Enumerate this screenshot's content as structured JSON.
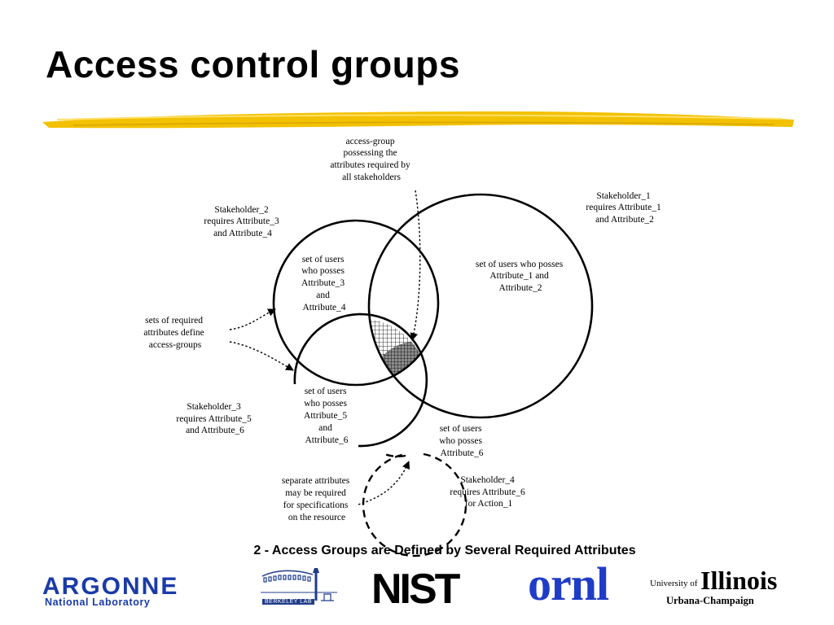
{
  "slide": {
    "title": "Access control groups",
    "caption": "2 - Access Groups are Defined by Several Required Attributes"
  },
  "diagram": {
    "labels": {
      "top_group": [
        "access-group",
        "possessing the",
        "attributes required by",
        "all stakeholders"
      ],
      "stakeholder_1": [
        "Stakeholder_1",
        "requires Attribute_1",
        "and Attribute_2"
      ],
      "stakeholder_2": [
        "Stakeholder_2",
        "requires Attribute_3",
        "and Attribute_4"
      ],
      "stakeholder_3": [
        "Stakeholder_3",
        "requires Attribute_5",
        "and Attribute_6"
      ],
      "stakeholder_4": [
        "Stakeholder_4",
        "requires Attribute_6",
        "for Action_1"
      ],
      "set_1": [
        "set of users who posses",
        "Attribute_1 and",
        "Attribute_2"
      ],
      "set_2": [
        "set of users",
        "who posses",
        "Attribute_3",
        "and",
        "Attribute_4"
      ],
      "set_3": [
        "set of users",
        "who posses",
        "Attribute_5",
        "and",
        "Attribute_6"
      ],
      "set_4": [
        "set of users",
        "who posses",
        "Attribute_6"
      ],
      "required_sets": [
        "sets of required",
        "attributes define",
        "access-groups"
      ],
      "separate": [
        "separate attributes",
        "may be required",
        "for specifications",
        "on the resource"
      ]
    }
  },
  "logos": {
    "argonne": "ARGONNE",
    "argonne_sub": "National Laboratory",
    "berkeley": "BERKELEY LAB",
    "nist": "NIST",
    "ornl": "ornl",
    "illinois_prefix": "University of",
    "illinois": "Illinois",
    "illinois_sub": "Urbana-Champaign"
  },
  "colors": {
    "brush": "#f2c100",
    "argonne": "#1a3ba8",
    "ornl": "#1f3cc8"
  }
}
